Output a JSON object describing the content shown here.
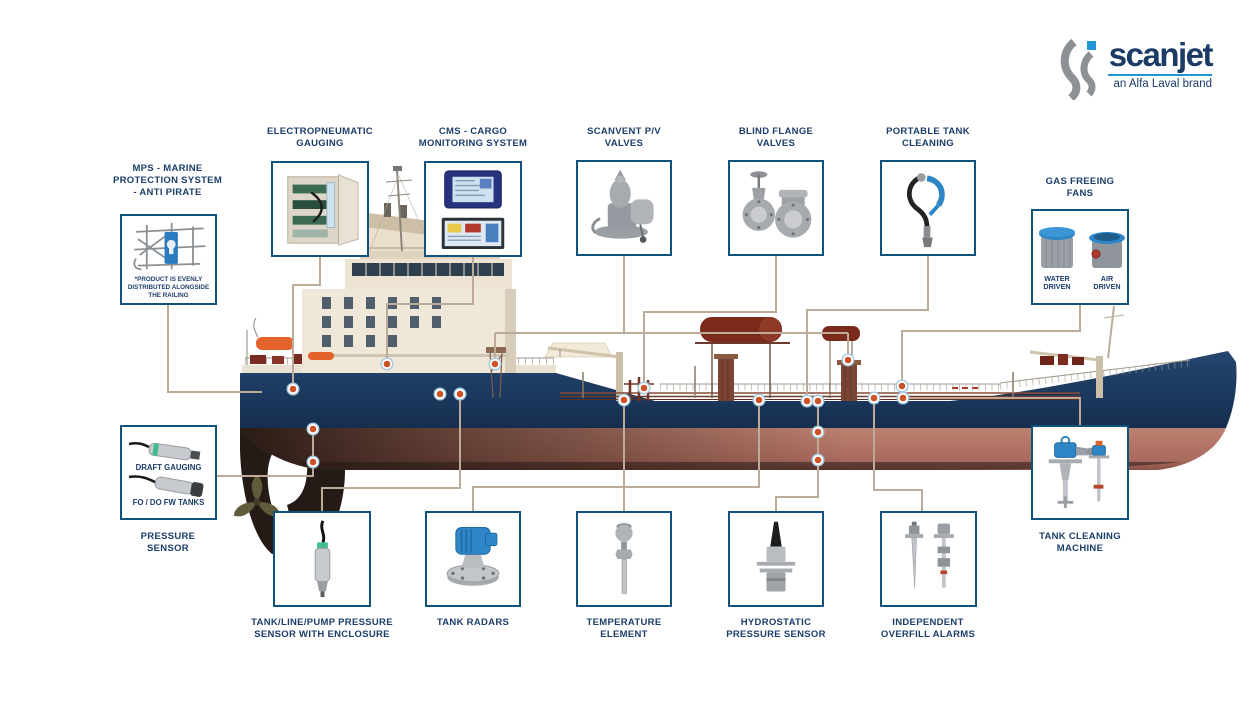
{
  "logo": {
    "brand": "scanjet",
    "tagline": "an Alfa Laval brand"
  },
  "boxes": {
    "mps": {
      "title": "MPS - MARINE PROTECTION SYSTEM - ANTI PIRATE",
      "note": "*PRODUCT IS EVENLY DISTRIBUTED ALONGSIDE THE RAILING"
    },
    "electropneumatic_gauging": {
      "title": "ELECTROPNEUMATIC GAUGING"
    },
    "cms": {
      "title": "CMS - CARGO MONITORING SYSTEM"
    },
    "scanvent": {
      "title": "SCANVENT P/V VALVES"
    },
    "blind_flange": {
      "title": "BLIND FLANGE VALVES"
    },
    "portable_tank_cleaning": {
      "title": "PORTABLE TANK CLEANING"
    },
    "gas_freeing_fans": {
      "title": "GAS FREEING FANS",
      "water": "WATER DRIVEN",
      "air": "AIR DRIVEN"
    },
    "pressure_sensor": {
      "title": "PRESSURE SENSOR",
      "draft": "DRAFT GAUGING",
      "fo_do": "FO / DO FW TANKS"
    },
    "tank_line_pump": {
      "title": "TANK/LINE/PUMP PRESSURE SENSOR WITH ENCLOSURE"
    },
    "tank_radars": {
      "title": "TANK RADARS"
    },
    "temperature_element": {
      "title": "TEMPERATURE ELEMENT"
    },
    "hydrostatic": {
      "title": "HYDROSTATIC PRESSURE SENSOR"
    },
    "overfill_alarms": {
      "title": "INDEPENDENT OVERFILL ALARMS"
    },
    "tank_cleaning_machine": {
      "title": "TANK CLEANING MACHINE"
    }
  },
  "colors": {
    "label_text": "#1c3e6a",
    "box_border": "#11527c",
    "connector_line": "#bcab99",
    "connection_dot": "#cd5227",
    "hull_navy": "#1d3a5f",
    "hull_copper": "#b3756a",
    "accent_blue": "#2e86c6",
    "brand_navy": "#1b3a66",
    "brand_blue": "#2196d4"
  }
}
